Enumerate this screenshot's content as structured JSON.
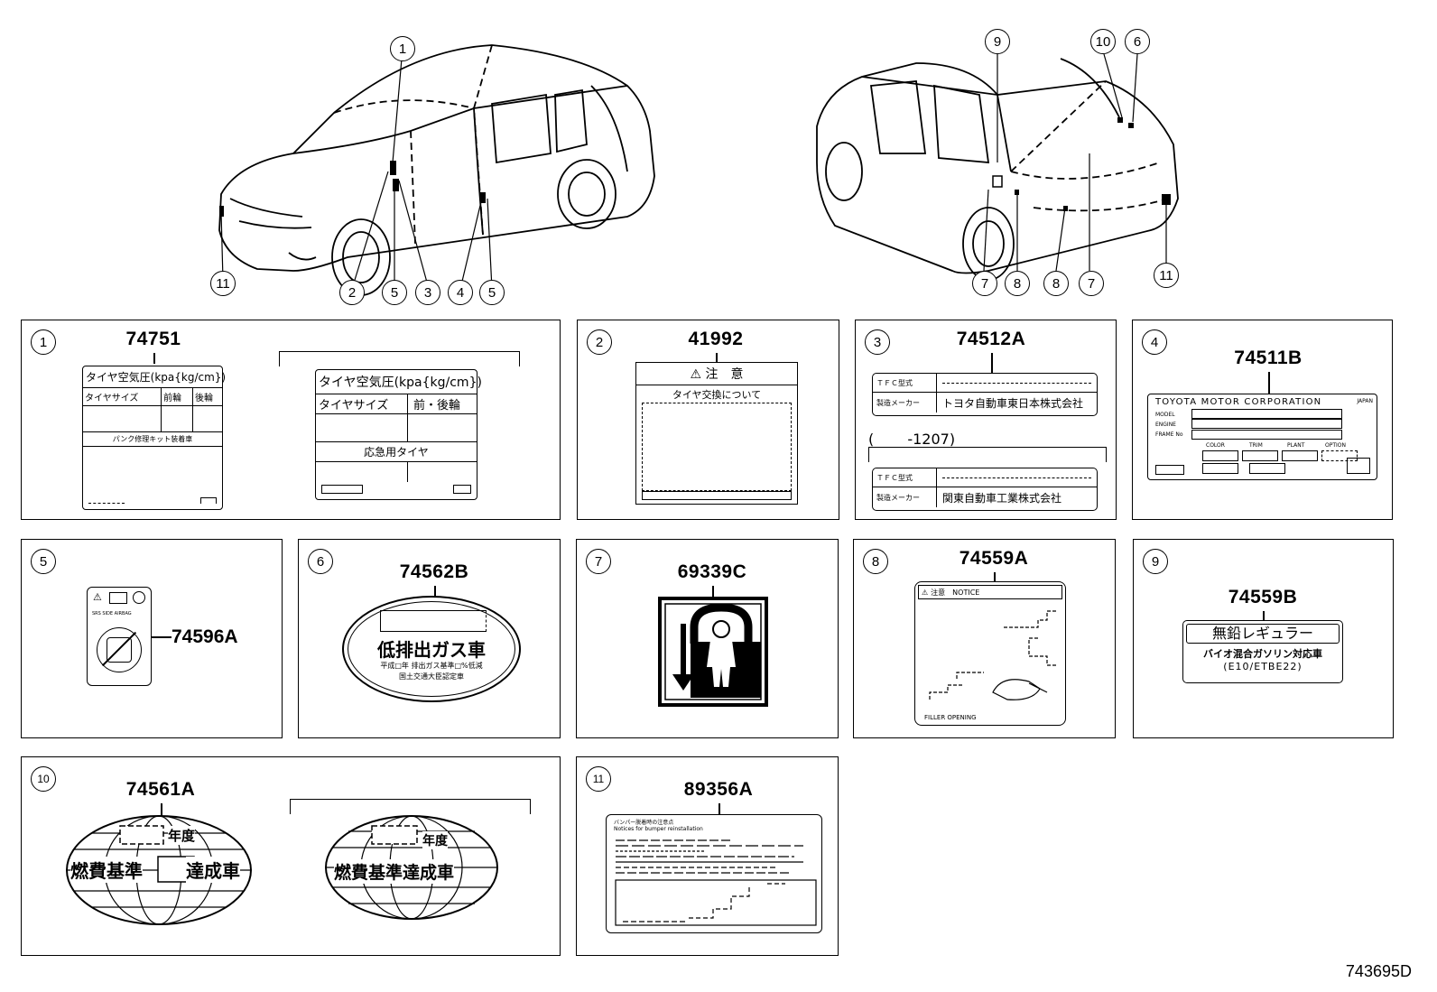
{
  "car_front": {
    "callouts": [
      "1",
      "2",
      "5",
      "3",
      "4",
      "5",
      "11"
    ]
  },
  "car_rear": {
    "callouts": [
      "9",
      "10",
      "6",
      "7",
      "8",
      "8",
      "7",
      "11"
    ]
  },
  "panels": {
    "p1": {
      "num": "1",
      "part": "74751",
      "label_a": {
        "title": "タイヤ空気圧(kpa{kg/cm})",
        "col1": "タイヤサイズ",
        "col2": "前輪",
        "col3": "後輪",
        "row": "パンク修理キット装着車"
      },
      "label_b": {
        "title": "タイヤ空気圧(kpa{kg/cm})",
        "col1": "タイヤサイズ",
        "col2": "前・後輪",
        "row": "応急用タイヤ"
      }
    },
    "p2": {
      "num": "2",
      "part": "41992",
      "caution": "注　意",
      "subtitle": "タイヤ交換について"
    },
    "p3": {
      "num": "3",
      "part": "74512A",
      "row1_left": "ＴＦＣ型式",
      "row2_left": "製造メーカー",
      "row2_right": "トヨタ自動車東日本株式会社",
      "range": "(　　 -1207)",
      "row3_left": "ＴＦＣ型式",
      "row4_left": "製造メーカー",
      "row4_right": "関東自動車工業株式会社"
    },
    "p4": {
      "num": "4",
      "part": "74511B",
      "company": "TOYOTA MOTOR CORPORATION",
      "country": "JAPAN",
      "row1": "MODEL",
      "row2": "ENGINE",
      "row3": "FRAME No",
      "col1": "COLOR",
      "col2": "TRIM",
      "col3": "PLANT",
      "col4": "OPTION"
    },
    "p5": {
      "num": "5",
      "part": "74596A",
      "text": "SRS SIDE AIRBAG"
    },
    "p6": {
      "num": "6",
      "part": "74562B",
      "main": "低排出ガス車",
      "line2": "平成□年 排出ガス基準□%低減",
      "line3": "国土交通大臣認定車"
    },
    "p7": {
      "num": "7",
      "part": "69339C"
    },
    "p8": {
      "num": "8",
      "part": "74559A",
      "header": "注意　NOTICE",
      "footer": "FILLER OPENING"
    },
    "p9": {
      "num": "9",
      "part": "74559B",
      "line1": "無鉛レギュラー",
      "line2": "バイオ混合ガソリン対応車",
      "line3": "(E10/ETBE22)"
    },
    "p10": {
      "num": "10",
      "part": "74561A",
      "year": "年度",
      "a_left": "燃費基準",
      "a_right": "達成車",
      "b_main": "燃費基準達成車"
    },
    "p11": {
      "num": "11",
      "part": "89356A",
      "line1": "バンパー脱着時の注意点",
      "line2": "Notices for bumper reinstallation"
    }
  },
  "doc_id": "743695D"
}
